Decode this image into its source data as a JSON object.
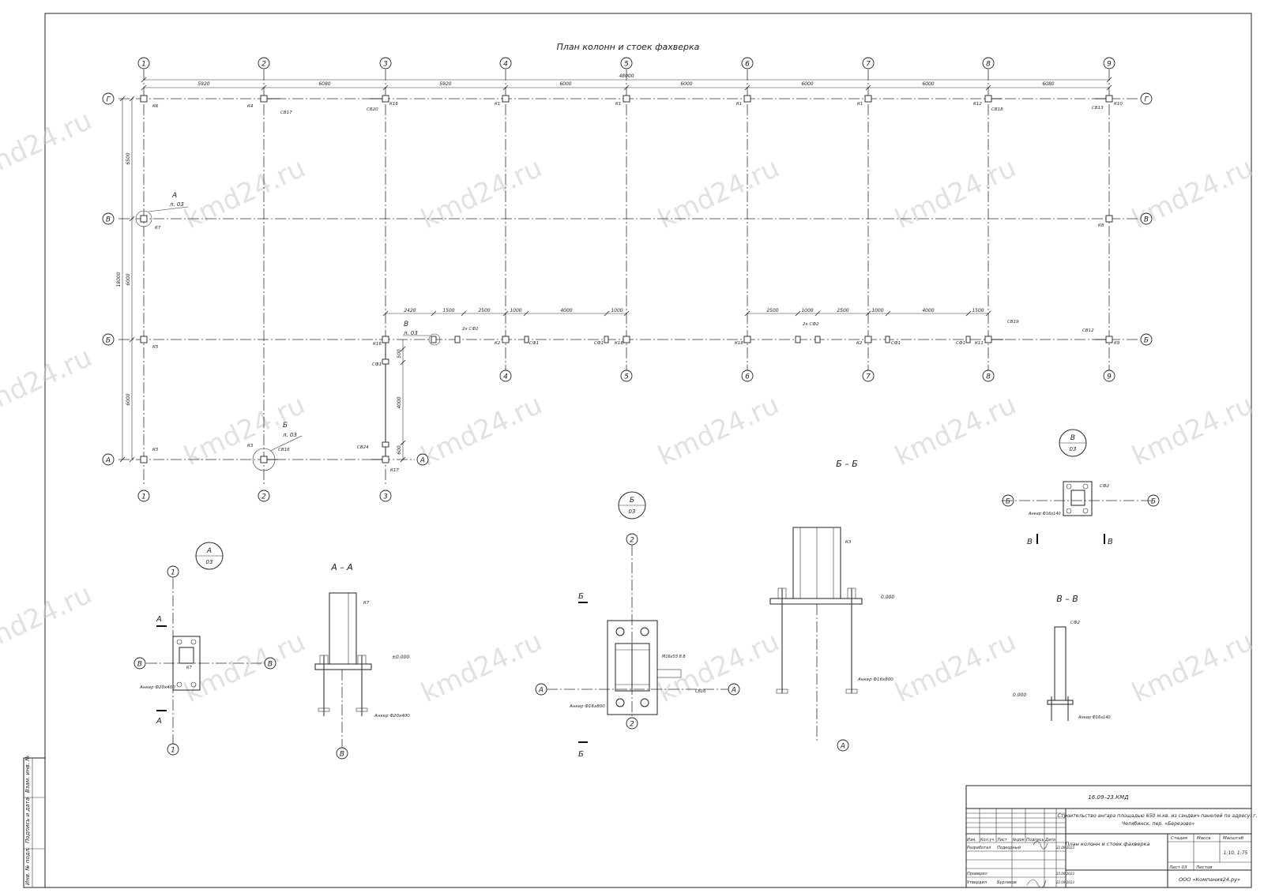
{
  "title": "План колонн и стоек фахверка",
  "axes_h": [
    "1",
    "2",
    "3",
    "4",
    "5",
    "6",
    "7",
    "8",
    "9"
  ],
  "axes_v": [
    "Г",
    "В",
    "Б",
    "А"
  ],
  "dims_top": [
    "5920",
    "6080",
    "5920",
    "6000",
    "6000",
    "6000",
    "6000",
    "6080"
  ],
  "dim_total": "48000",
  "dims_left": [
    "6500",
    "6000",
    "6000"
  ],
  "dim_left_total": "18000",
  "dims_mid_left": [
    "2420",
    "1500",
    "2500",
    "1000",
    "4000",
    "1000"
  ],
  "dims_mid_right": [
    "2500",
    "1000",
    "2500",
    "1000",
    "4000",
    "1500"
  ],
  "dims_vert_mid": [
    "500",
    "4000",
    "600"
  ],
  "row_g_labels": [
    "К6",
    "К4",
    "СВ17",
    "СВ20",
    "К16",
    "К1",
    "К1",
    "К1",
    "К1",
    "К12",
    "СВ18",
    "СВ13",
    "К10"
  ],
  "row_b_labels": [
    "К5",
    "К16",
    "2х СФ2",
    "К2",
    "СФ1",
    "СФ1",
    "К16",
    "К18",
    "2х СФ2",
    "К2",
    "СФ1",
    "СФ1",
    "К11",
    "СВ19",
    "СВ12",
    "К9"
  ],
  "row_a_labels": [
    "К5",
    "К3",
    "СВ16",
    "СВ24",
    "К17"
  ],
  "misc_labels": [
    "К7",
    "К8",
    "СФ1"
  ],
  "callouts": [
    {
      "letter": "А",
      "sheet": "л. 03"
    },
    {
      "letter": "Б",
      "sheet": "л. 03"
    },
    {
      "letter": "В",
      "sheet": "л. 03"
    }
  ],
  "views": [
    {
      "letter": "А",
      "sheet": "03"
    },
    {
      "letter": "Б",
      "sheet": "03"
    },
    {
      "letter": "В",
      "sheet": "03"
    }
  ],
  "sections": [
    "А – А",
    "Б – Б",
    "В – В"
  ],
  "section_marks": [
    "А",
    "Б",
    "В"
  ],
  "detail_labels": {
    "k7": "К7",
    "k3": "К3",
    "sf2": "СФ2",
    "sv16": "СВ16",
    "anchor_a": "Анкер Ф20х400",
    "anchor_b": "Анкер Ф16х800",
    "anchor_v": "Анкер Ф16х140",
    "bolts": "М16х55 8.8",
    "level": "±0.000",
    "level2": "0.000"
  },
  "watermark": "kmd24.ru",
  "title_block": {
    "code": "16.09–23.КМД",
    "project": "Строительство ангара площадью 650 м.кв. из сэндвич панелей по адресу: г. Челябинск, пер. «Березово»",
    "sheet_name": "План колонн и стоек фахверка",
    "headers": [
      "Изм.",
      "Кол.уч",
      "Лист",
      "№док",
      "Подпись",
      "Дата"
    ],
    "developer_role": "Разработал",
    "developer_name": "Подкорный",
    "developer_date": "22.09.2023",
    "checker_role": "Проверил",
    "checker_name": "",
    "checker_date": "22.09.2023",
    "approver_role": "Утвердил",
    "approver_name": "Бурлаков",
    "approver_date": "22.09.2023",
    "stage_h": "Стадия",
    "mass_h": "Масса",
    "scale_h": "Масштаб",
    "scale": "1:10, 1:75",
    "sheet_label": "Лист 03",
    "sheets_label": "Листов",
    "company": "ООО «Компания24.ру»"
  },
  "side_stamp": [
    "Взам. инв. №",
    "Подпись и дата",
    "Инв. № подл."
  ]
}
